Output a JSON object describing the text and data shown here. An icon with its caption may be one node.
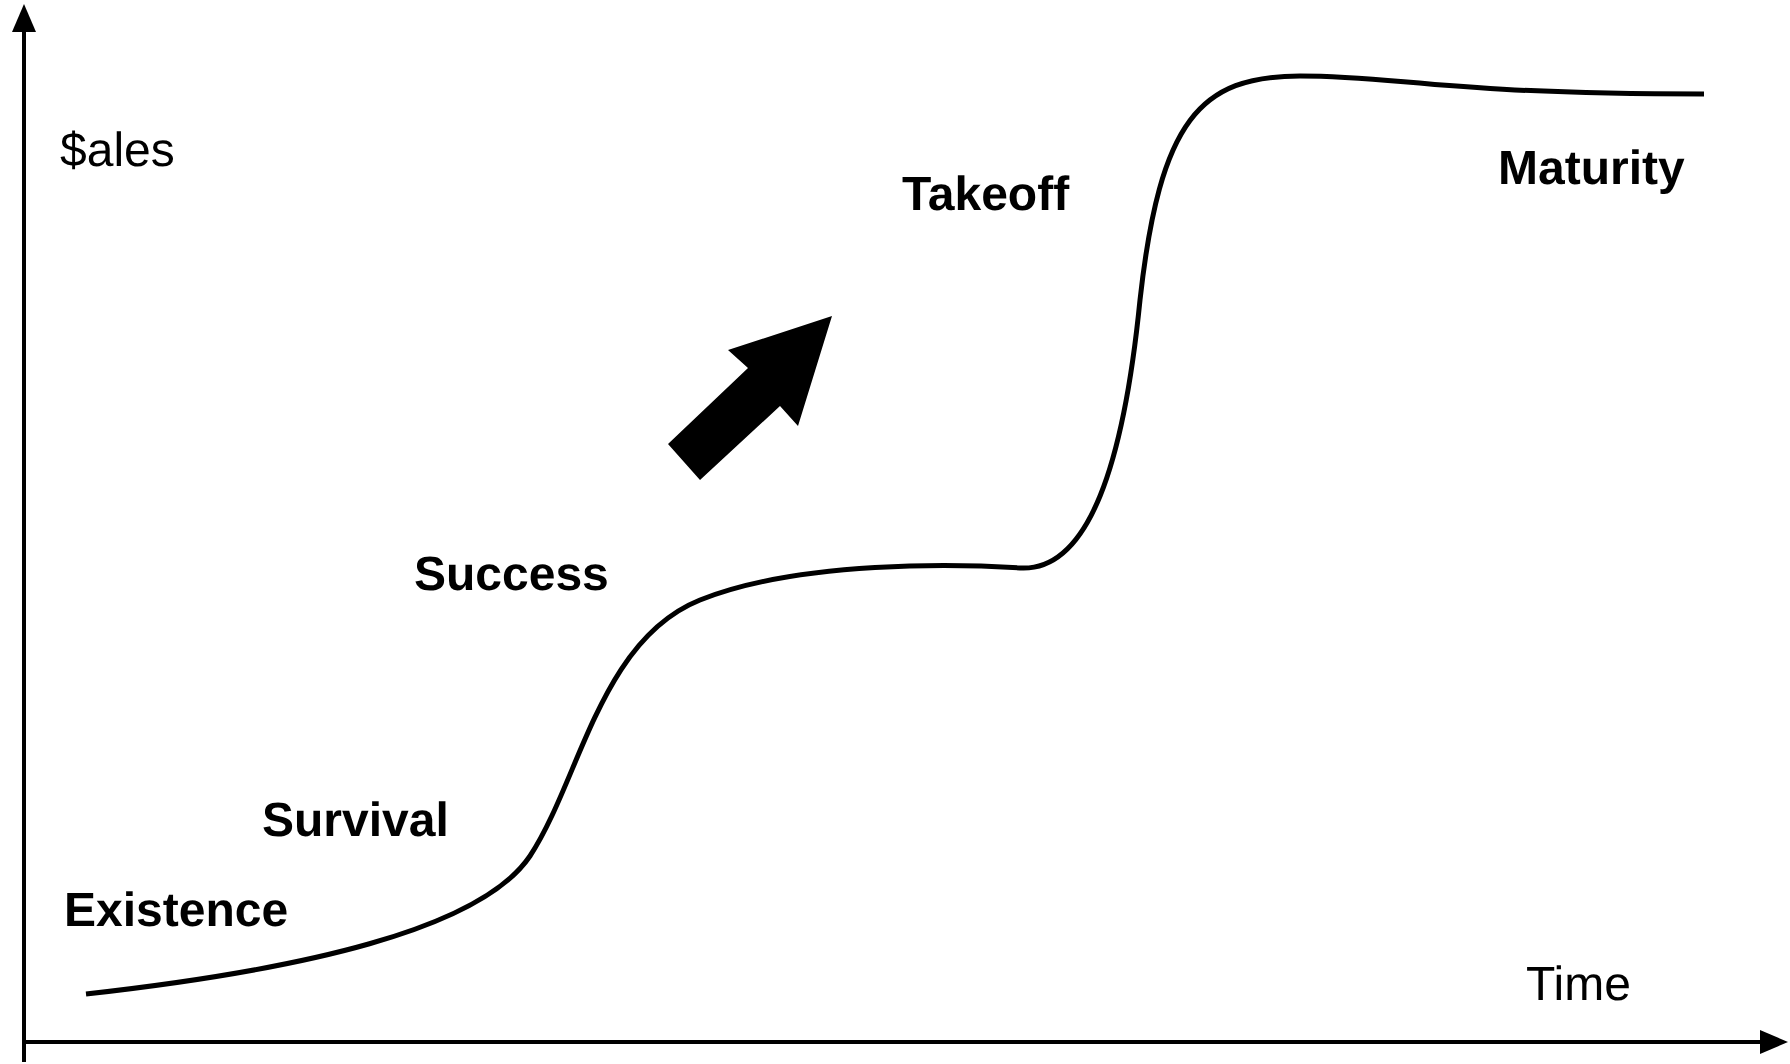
{
  "diagram": {
    "labels": [
      "$ales",
      "Takeoff",
      "Maturity",
      "Success",
      "Survival",
      "Existence",
      "Time"
    ]
  }
}
